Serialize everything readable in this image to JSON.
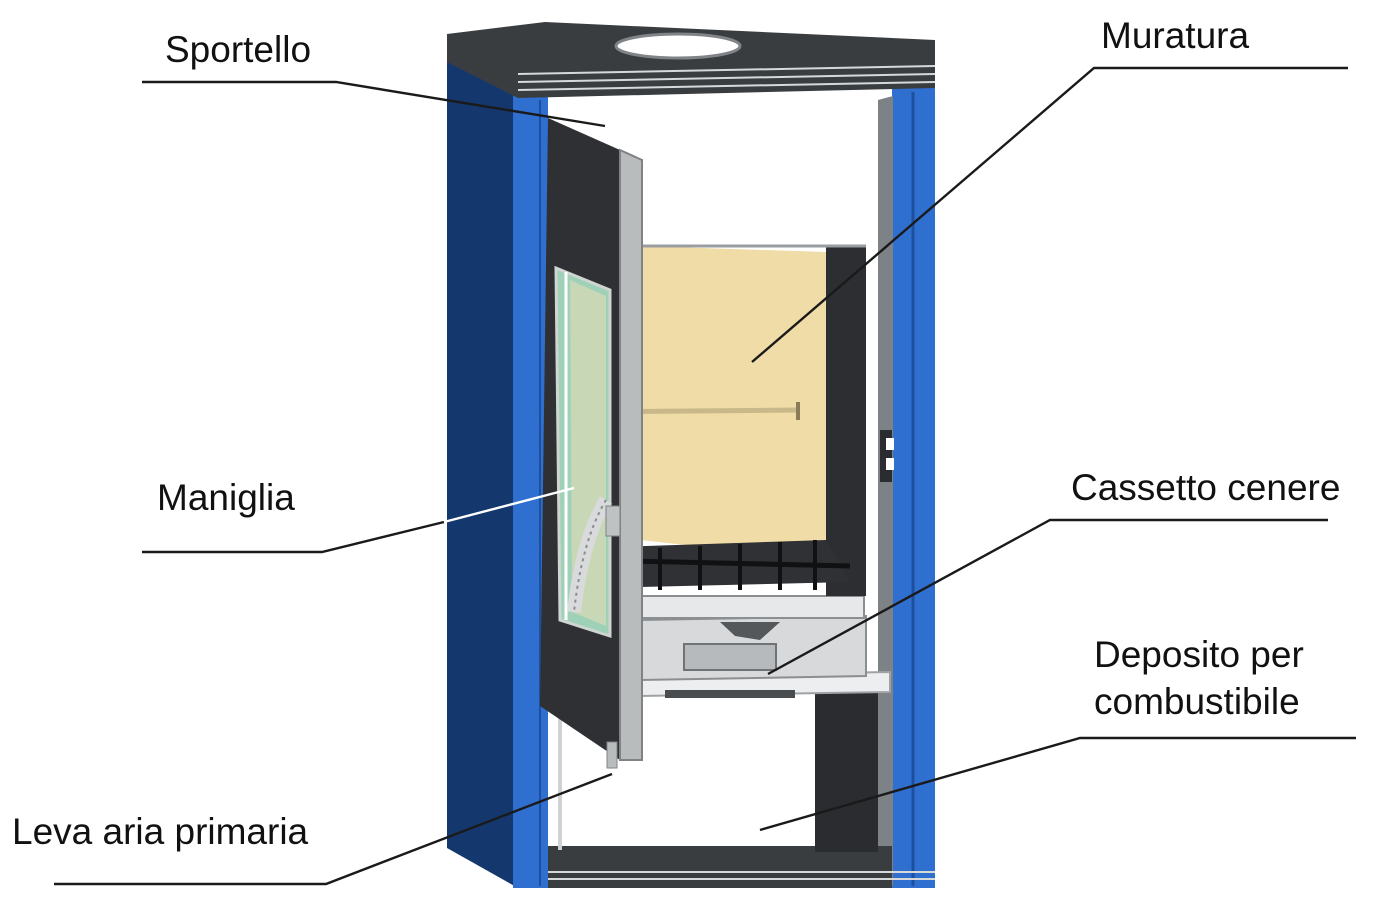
{
  "labels": {
    "sportello": "Sportello",
    "muratura": "Muratura",
    "maniglia": "Maniglia",
    "cassetto_cenere": "Cassetto cenere",
    "deposito_line1": "Deposito per",
    "deposito_line2": "combustibile",
    "leva_aria": "Leva aria primaria"
  },
  "colors": {
    "side_panel_blue": "#2f6fd0",
    "side_panel_dark_blue": "#14386e",
    "top_dark": "#3a3d40",
    "door_dark": "#2e3033",
    "door_frame_grey": "#b9bcbd",
    "firebrick": "#f0dca6",
    "glass_green": "#9fd1b8"
  }
}
